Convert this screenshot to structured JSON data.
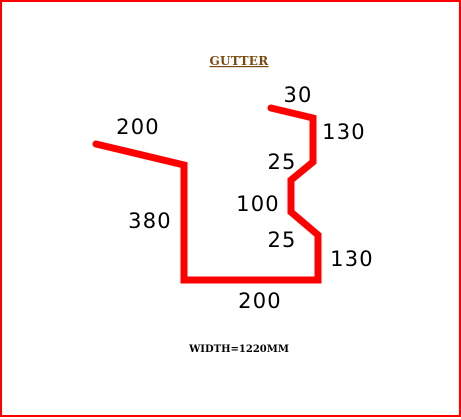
{
  "drawing": {
    "title": "GUTTER",
    "footer": "WIDTH=1220MM",
    "colors": {
      "border": "#ff0000",
      "profile": "#ff0000",
      "title": "#7a4a0f",
      "text": "#000000"
    },
    "dimensions": {
      "top_flange": "30",
      "top_drop": "130",
      "outer_lip": "200",
      "upper_step": "25",
      "mid_return": "100",
      "left_wall": "380",
      "lower_step": "25",
      "lower_drop": "130",
      "base": "200"
    }
  }
}
